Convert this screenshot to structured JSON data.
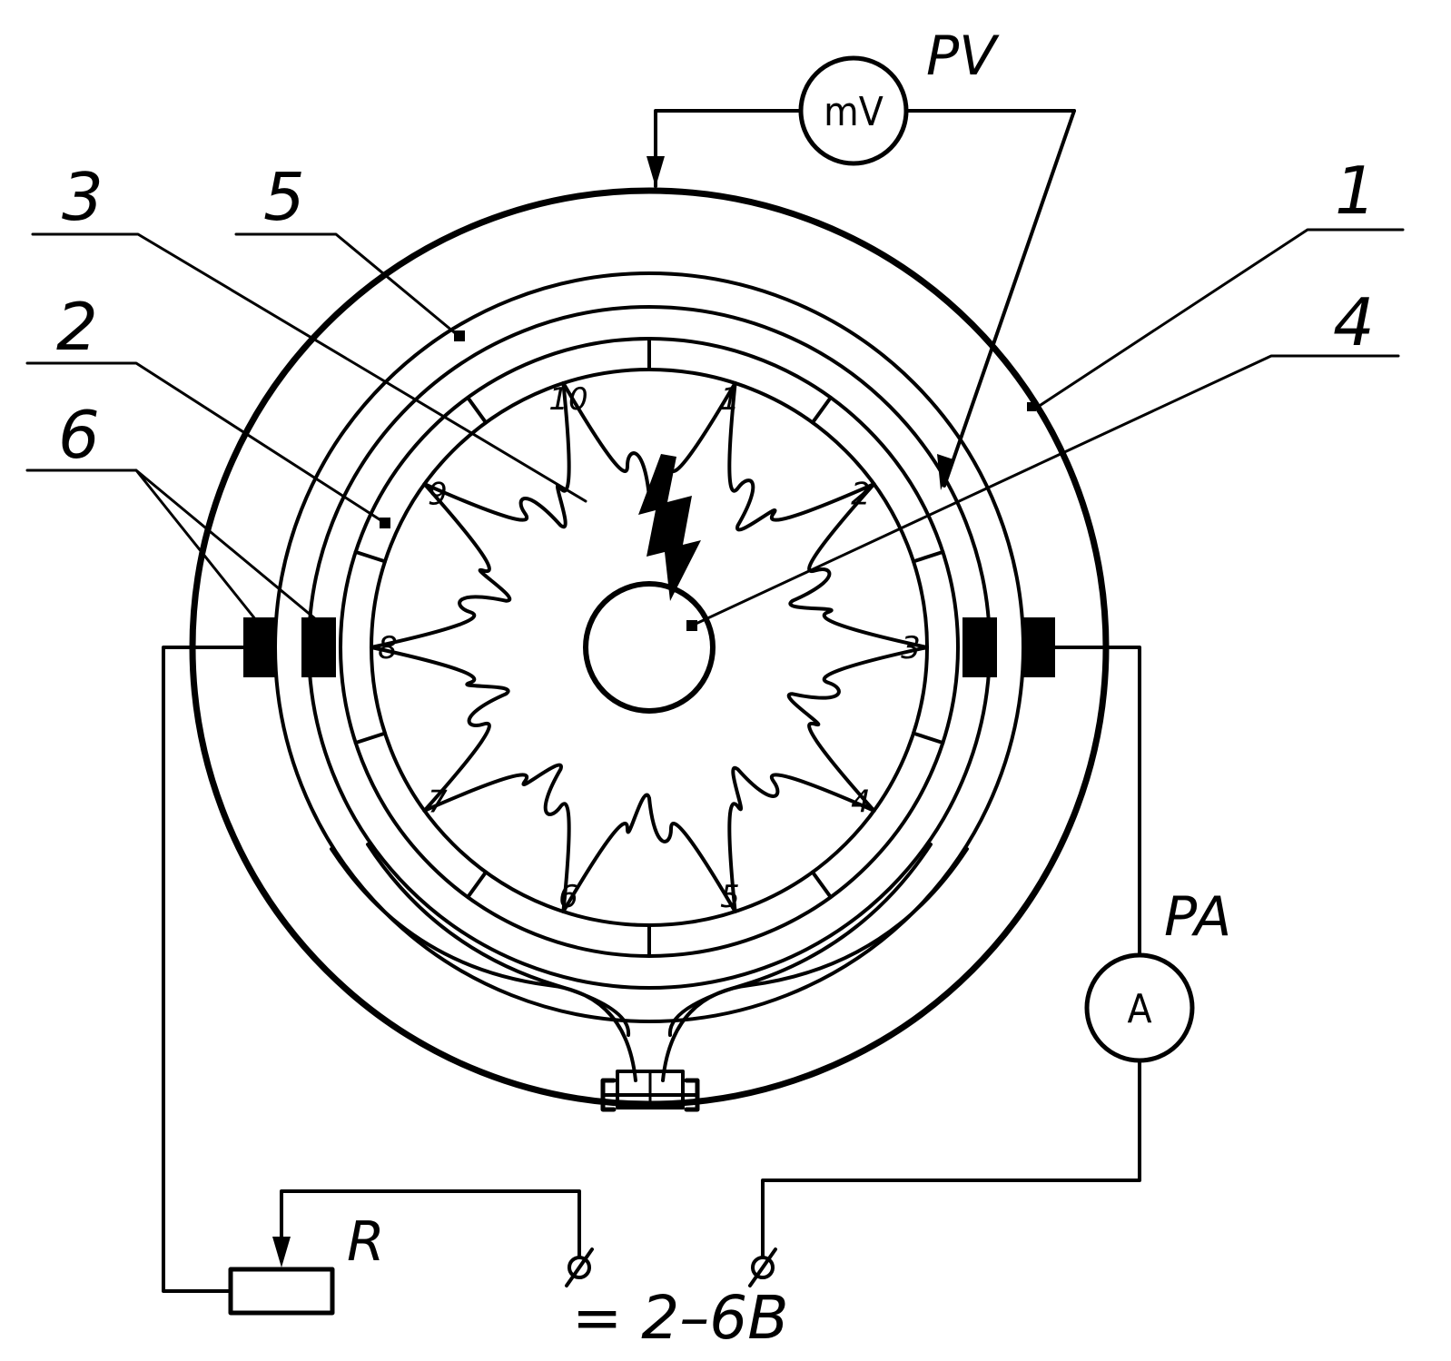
{
  "callouts": {
    "c1": "1",
    "c2": "2",
    "c3": "3",
    "c4": "4",
    "c5": "5",
    "c6": "6"
  },
  "meters": {
    "voltmeter_tag": "PV",
    "voltmeter_unit": "mV",
    "ammeter_tag": "PA",
    "ammeter_unit": "A"
  },
  "resistor": {
    "tag": "R"
  },
  "supply": {
    "label": "= 2–6В"
  },
  "segments": [
    "1",
    "2",
    "3",
    "4",
    "5",
    "6",
    "7",
    "8",
    "9",
    "10"
  ]
}
